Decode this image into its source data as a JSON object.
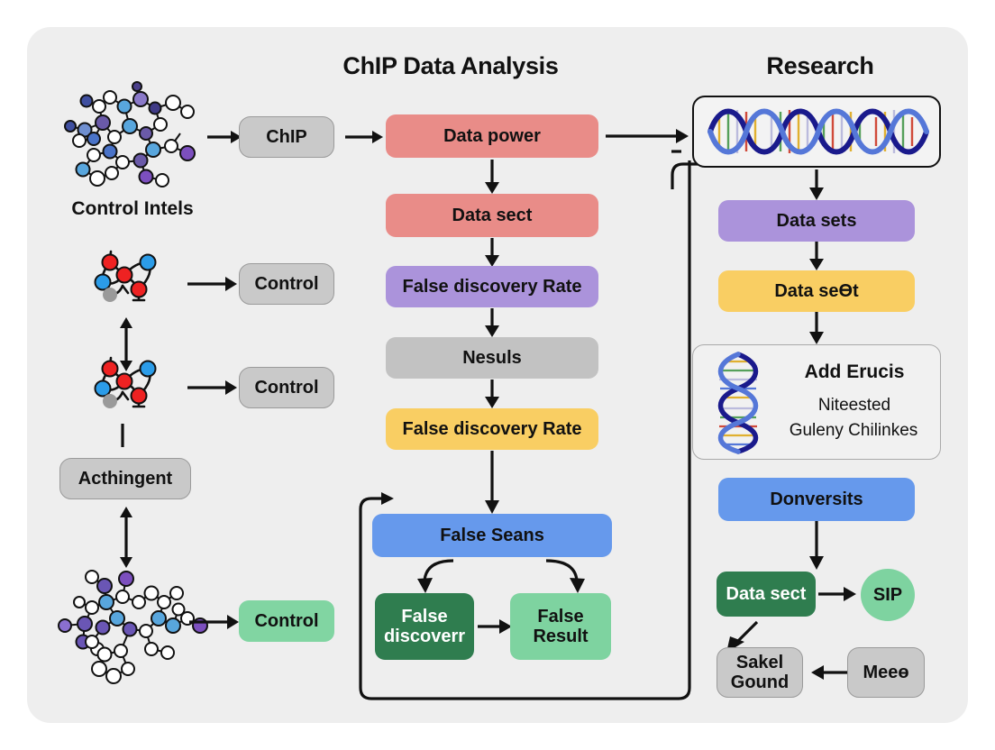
{
  "headers": {
    "middle": "ChIP Data Analysis",
    "right": "Research"
  },
  "left_column": {
    "molecule_top_label": "Control Intels",
    "chip_button": "ChIP",
    "control_1": "Control",
    "control_2": "Control",
    "acthingent_button": "Acthingent",
    "control_green": "Control",
    "icons": {
      "molecule_top": "molecule-network-icon",
      "molecule_mid_1": "molecule-small-icon",
      "molecule_mid_2": "molecule-small-icon",
      "molecule_bottom": "molecule-network-icon"
    }
  },
  "middle_column": {
    "steps": [
      {
        "label": "Data power",
        "color": "#e98c88",
        "style": "salmon"
      },
      {
        "label": "Data sect",
        "color": "#e98c88",
        "style": "salmon"
      },
      {
        "label": "False discovery Rate",
        "color": "#ab93db",
        "style": "purple"
      },
      {
        "label": "Nesuls",
        "color": "#c2c2c2",
        "style": "greybar"
      },
      {
        "label": "False discovery Rate",
        "color": "#f9ce63",
        "style": "yellow"
      },
      {
        "label": "False Seans",
        "color": "#6699ec",
        "style": "blue"
      }
    ],
    "sub_left": "False discoverr",
    "sub_right": "False Result",
    "sub_left_color": "#2f7d4f",
    "sub_right_color": "#81d5a2"
  },
  "right_column": {
    "dna_banner_icon": "dna-helix-icon",
    "data_sets": "Data sets",
    "data_seet": "Data seƟt",
    "card": {
      "title": "Add Erucis",
      "line1": "Niteested",
      "line2": "Guleny Chilinkes",
      "icon": "dna-helix-vertical-icon"
    },
    "donversits": "Donversits",
    "data_sect": "Data sect",
    "sip": "SIP",
    "sakel_gound_line1": "Sakel",
    "sakel_gound_line2": "Gound",
    "meeo": "Meeɵ"
  },
  "colors": {
    "panel_bg": "#eeeeee",
    "salmon": "#e98c88",
    "purple": "#ab93db",
    "yellow": "#f9ce63",
    "blue": "#6699ec",
    "dark_green": "#2f7d4f",
    "light_green": "#81d5a2",
    "grey_button": "#c9c9c9",
    "grey_bar": "#c2c2c2",
    "arrow": "#111111"
  }
}
